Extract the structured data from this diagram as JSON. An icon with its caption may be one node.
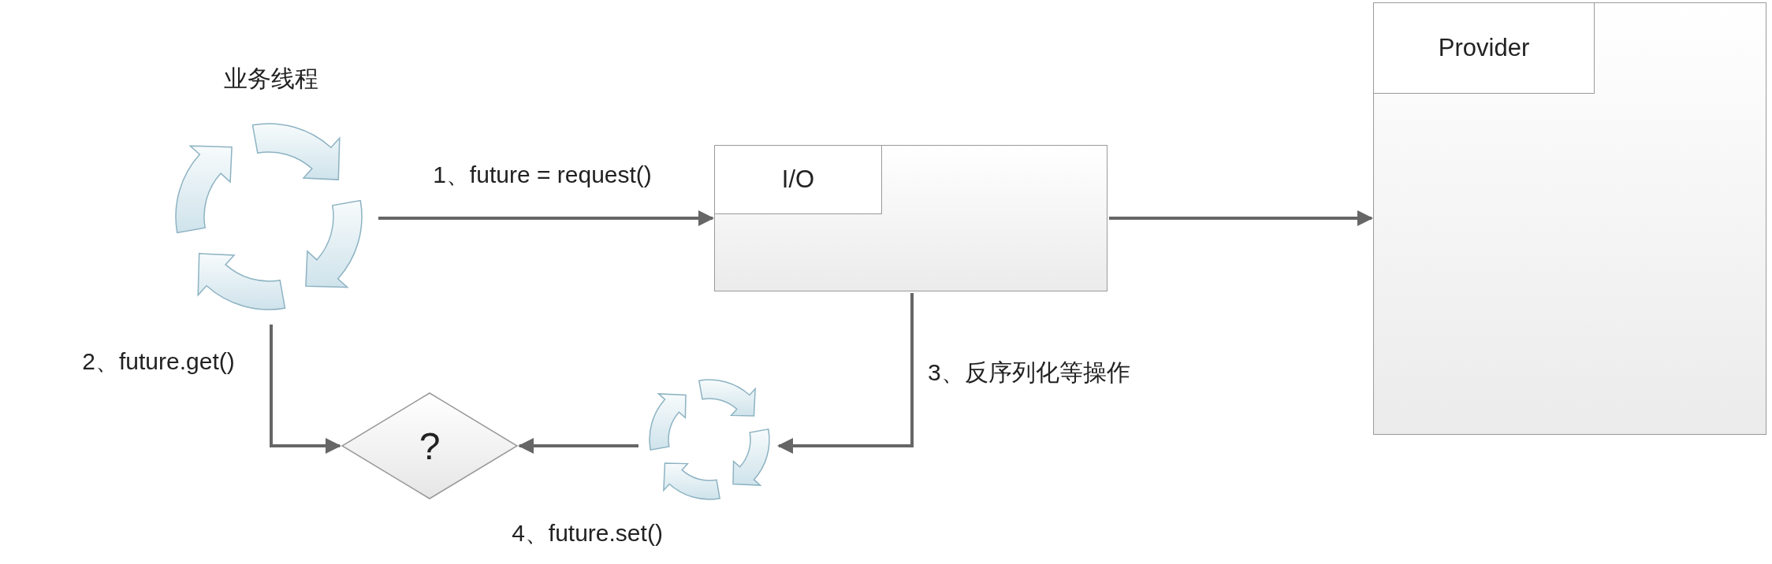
{
  "diagram": {
    "nodes": [
      {
        "text": [],
        "shape": "circle",
        "beside": [
          "业务线程"
        ]
      },
      {
        "text": [
          "I/O"
        ]
      },
      {
        "text": [
          "Provider"
        ]
      },
      {
        "text": [
          "?"
        ]
      },
      {
        "text": [],
        "shape": "circle",
        "beside": [
          "4、future.set()"
        ]
      }
    ],
    "edges": [
      {
        "from": 0,
        "to": 1,
        "arrow": "to",
        "label": "1、future = request()"
      },
      {
        "from": 1,
        "to": 2,
        "arrow": "to"
      },
      {
        "from": 0,
        "to": 3,
        "arrow": "to",
        "label": "2、future.get()"
      },
      {
        "from": 1,
        "to": 4,
        "arrow": "to",
        "label": "3、反序列化等操作"
      },
      {
        "from": 4,
        "to": 3,
        "arrow": "to"
      }
    ]
  }
}
